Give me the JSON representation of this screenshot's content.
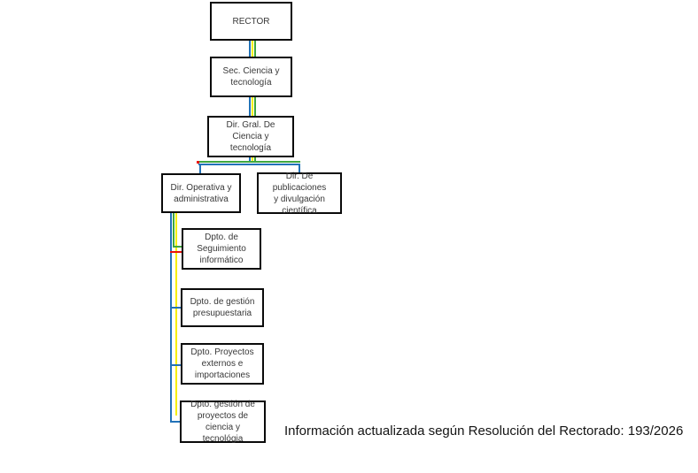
{
  "chart": {
    "type": "org-chart",
    "nodes": {
      "rector": {
        "label": "RECTOR"
      },
      "sec": {
        "label": "Sec. Ciencia y\ntecnología"
      },
      "dirgral": {
        "label": "Dir. Gral. De Ciencia y\ntecnología"
      },
      "dirop": {
        "label": "Dir. Operativa y\nadministrativa"
      },
      "dirpub": {
        "label": "Dir. De publicaciones\ny divulgación\ncientífica"
      },
      "dept1": {
        "label": "Dpto. de Seguimiento\ninformático"
      },
      "dept2": {
        "label": "Dpto. de gestión\npresupuestaria"
      },
      "dept3": {
        "label": "Dpto. Proyectos\nexternos e\nimportaciones"
      },
      "dept4": {
        "label": "Dpto. gestión de\nproyectos de ciencia y\ntecnológia"
      }
    },
    "hierarchy": [
      {
        "parent": "rector",
        "child": "sec"
      },
      {
        "parent": "sec",
        "child": "dirgral"
      },
      {
        "parent": "dirgral",
        "child": "dirop"
      },
      {
        "parent": "dirgral",
        "child": "dirpub"
      },
      {
        "parent": "dirop",
        "child": "dept1"
      },
      {
        "parent": "dirop",
        "child": "dept2"
      },
      {
        "parent": "dirop",
        "child": "dept3"
      },
      {
        "parent": "dirop",
        "child": "dept4"
      }
    ],
    "colors": {
      "blue": "#2272b8",
      "yellow": "#f5f000",
      "green": "#3fa73f",
      "red": "#e8120c",
      "border": "#0a0a0a"
    },
    "caption": "Información actualizada según Resolución del Rectorado: 193/2026"
  }
}
